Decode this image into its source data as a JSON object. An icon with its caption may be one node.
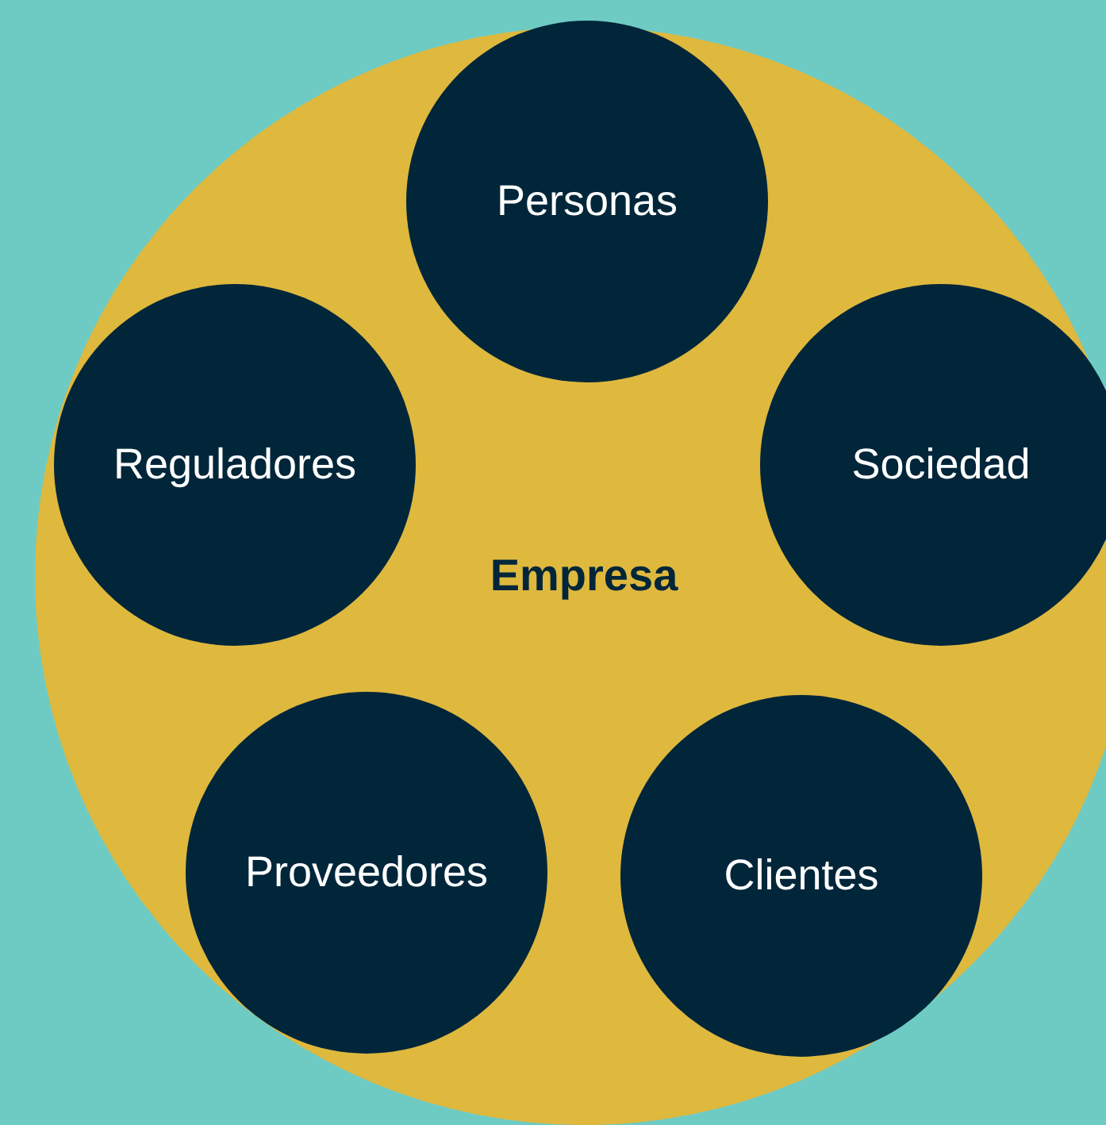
{
  "diagram": {
    "nodes": [
      {
        "text": [
          "Empresa"
        ]
      },
      {
        "text": [
          "Personas"
        ],
        "in": 0
      },
      {
        "text": [
          "Reguladores"
        ],
        "in": 0
      },
      {
        "text": [
          "Sociedad"
        ],
        "in": 0
      },
      {
        "text": [
          "Proveedores"
        ],
        "in": 0
      },
      {
        "text": [
          "Clientes"
        ],
        "in": 0
      }
    ]
  }
}
